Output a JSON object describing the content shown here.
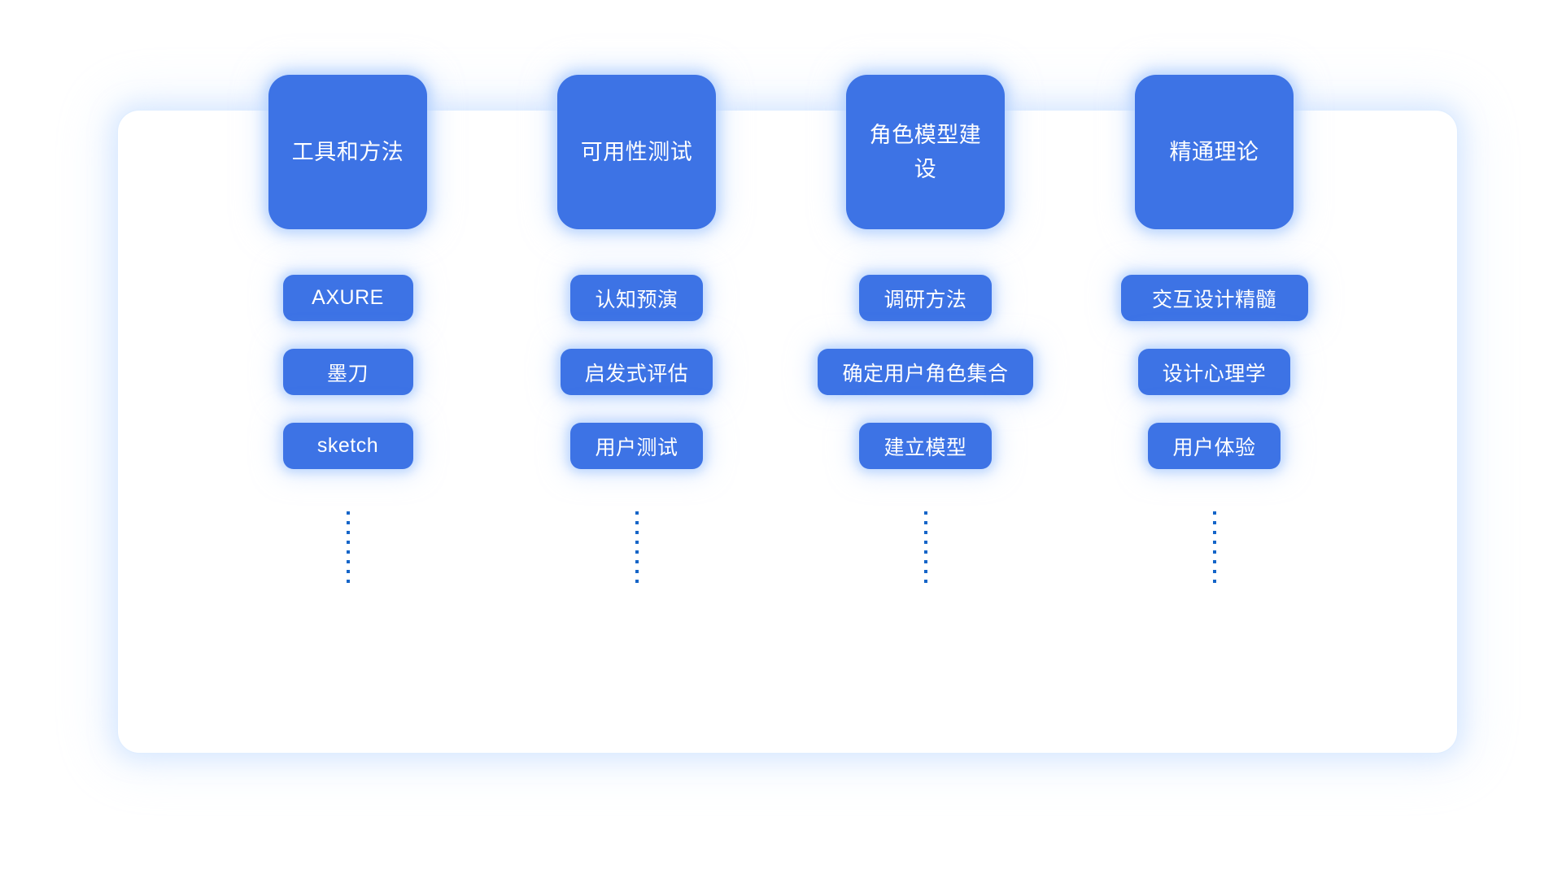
{
  "theme": {
    "page_background": "#ffffff",
    "panel_background": "#ffffff",
    "card_blue": "#3d73e5",
    "card_text": "#ffffff",
    "glow": "#c6dfff",
    "dot_color": "#1565c8"
  },
  "diagram": {
    "type": "column-hierarchy",
    "column_count": 4,
    "items_per_column": 3,
    "ellipsis_dot_count": 8,
    "columns": [
      {
        "header": "工具和方法",
        "items": [
          "AXURE",
          "墨刀",
          "sketch"
        ],
        "wide_item_index": null,
        "ellipsis": "vertical-dots"
      },
      {
        "header": "可用性测试",
        "items": [
          "认知预演",
          "启发式评估",
          "用户测试"
        ],
        "wide_item_index": null,
        "ellipsis": "vertical-dots"
      },
      {
        "header": "角色模型建设",
        "items": [
          "调研方法",
          "确定用户角色集合",
          "建立模型"
        ],
        "wide_item_index": 1,
        "ellipsis": "vertical-dots"
      },
      {
        "header": "精通理论",
        "items": [
          "交互设计精髓",
          "设计心理学",
          "用户体验"
        ],
        "wide_item_index": 0,
        "ellipsis": "vertical-dots"
      }
    ]
  }
}
